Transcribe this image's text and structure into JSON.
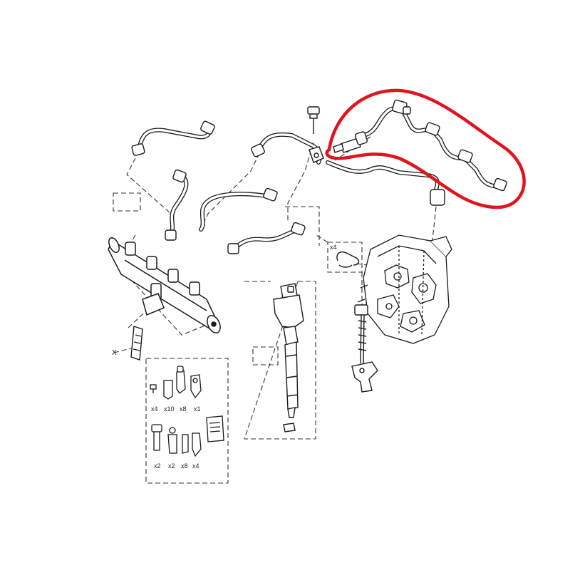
{
  "labels": {
    "axis_x": "X",
    "clip_qty": "x4"
  },
  "seal_kit_top": [
    "x4",
    "x10",
    "x8",
    "x1"
  ],
  "seal_kit_bottom": [
    "x2",
    "x2",
    "x8",
    "x4"
  ],
  "colors": {
    "line": "#1a1a1a",
    "part_fill": "#ffffff",
    "leader": "#333333",
    "highlight": "#e0141e"
  },
  "highlight": {
    "target": "fuel-leak-off-return-pipe",
    "shape": "ellipse-outline"
  }
}
